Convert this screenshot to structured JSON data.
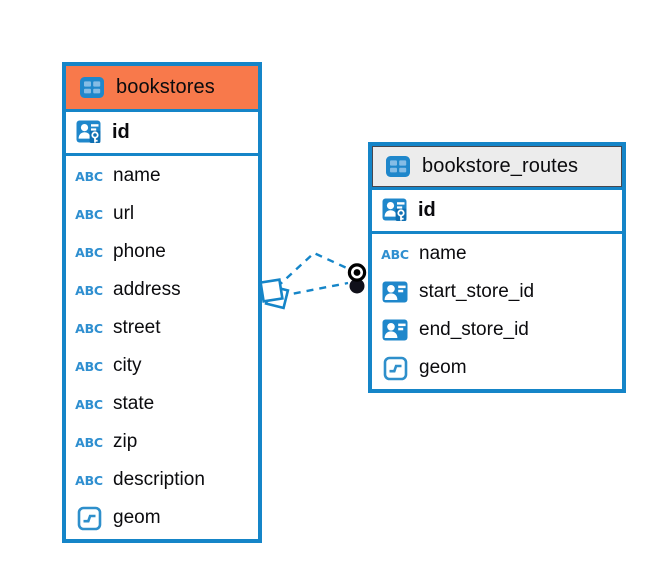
{
  "labels": {
    "abc": "ABC"
  },
  "tables": [
    {
      "name": "bookstores",
      "primary_key": "id",
      "columns": [
        "name",
        "url",
        "phone",
        "address",
        "street",
        "city",
        "state",
        "zip",
        "description",
        "geom"
      ],
      "column_types": [
        "text",
        "text",
        "text",
        "text",
        "text",
        "text",
        "text",
        "text",
        "text",
        "geometry"
      ],
      "header_color": "#F8794B"
    },
    {
      "name": "bookstore_routes",
      "primary_key": "id",
      "columns": [
        "name",
        "start_store_id",
        "end_store_id",
        "geom"
      ],
      "column_types": [
        "text",
        "reference",
        "reference",
        "geometry"
      ],
      "header_color": "#ECECEC"
    }
  ],
  "relationship": {
    "line_style": "dashed",
    "line_count": 2,
    "source_marker": "overlapping-squares",
    "target_marker": "stacked-circles"
  },
  "colors": {
    "accent_blue": "#1585C8",
    "icon_blue": "#1F87CB",
    "icon_cell_blue": "#85BCE5",
    "header_orange": "#F8794B",
    "header_gray": "#ECECEC",
    "header_gray_outline": "#47474F",
    "text": "#0B0B0E",
    "background": "#FFFFFF"
  }
}
